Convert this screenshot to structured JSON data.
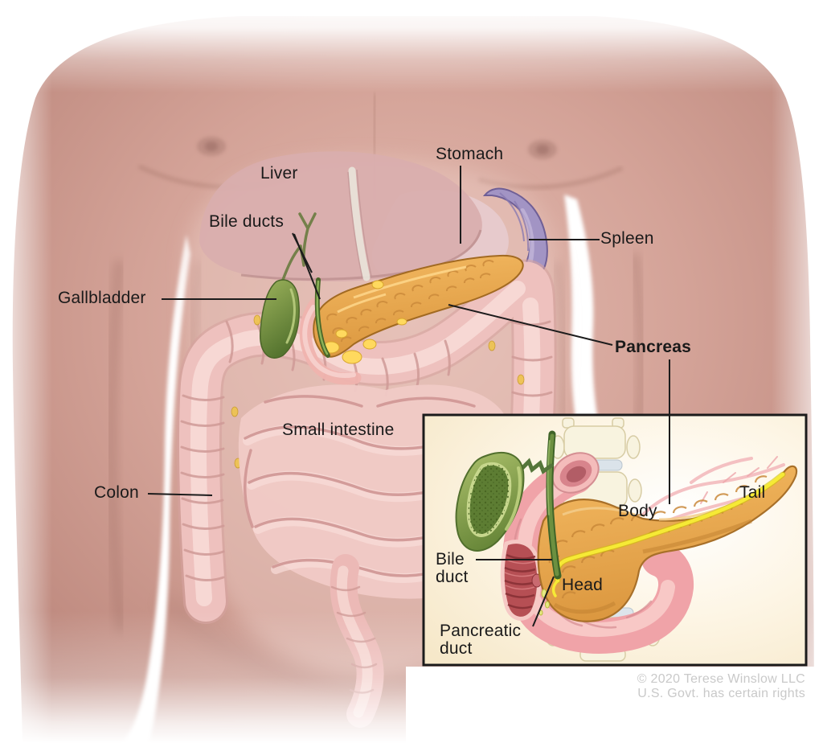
{
  "figure_type": "medical-anatomy-illustration",
  "subject": "Pancreas and surrounding organs in the torso, with enlarged inset of the pancreas",
  "labels": {
    "stomach": "Stomach",
    "liver": "Liver",
    "bile_ducts": "Bile ducts",
    "spleen": "Spleen",
    "gallbladder": "Gallbladder",
    "pancreas": "Pancreas",
    "small_intestine": "Small intestine",
    "colon": "Colon"
  },
  "inset": {
    "labels": {
      "body": "Body",
      "tail": "Tail",
      "head": "Head",
      "bile_duct": "Bile\nduct",
      "pancreatic_duct": "Pancreatic\nduct"
    },
    "credit_line1": "© 2020 Terese Winslow LLC",
    "credit_line2": "U.S. Govt. has certain rights"
  },
  "colors": {
    "label_text": "#1a1a1a",
    "credit_text": "#c9c9c9",
    "skin": "#c6948b",
    "liver": "#d9aeae",
    "stomach": "#e7cacd",
    "spleen": "#a294c4",
    "pancreas": "#eeab55",
    "pancreatic_duct": "#f6ea35",
    "gallbladder": "#6d8b3f",
    "bile_duct": "#567d37",
    "colon": "#eec1be",
    "small_intestine": "#f0cac6",
    "duodenum": "#f0a3a8",
    "duodenum_interior": "#b64f54",
    "vertebra": "#f8f3df",
    "inset_background": "#f7e9cb",
    "inset_border": "#1b1b1b",
    "leader_line": "#1c1c1c"
  }
}
